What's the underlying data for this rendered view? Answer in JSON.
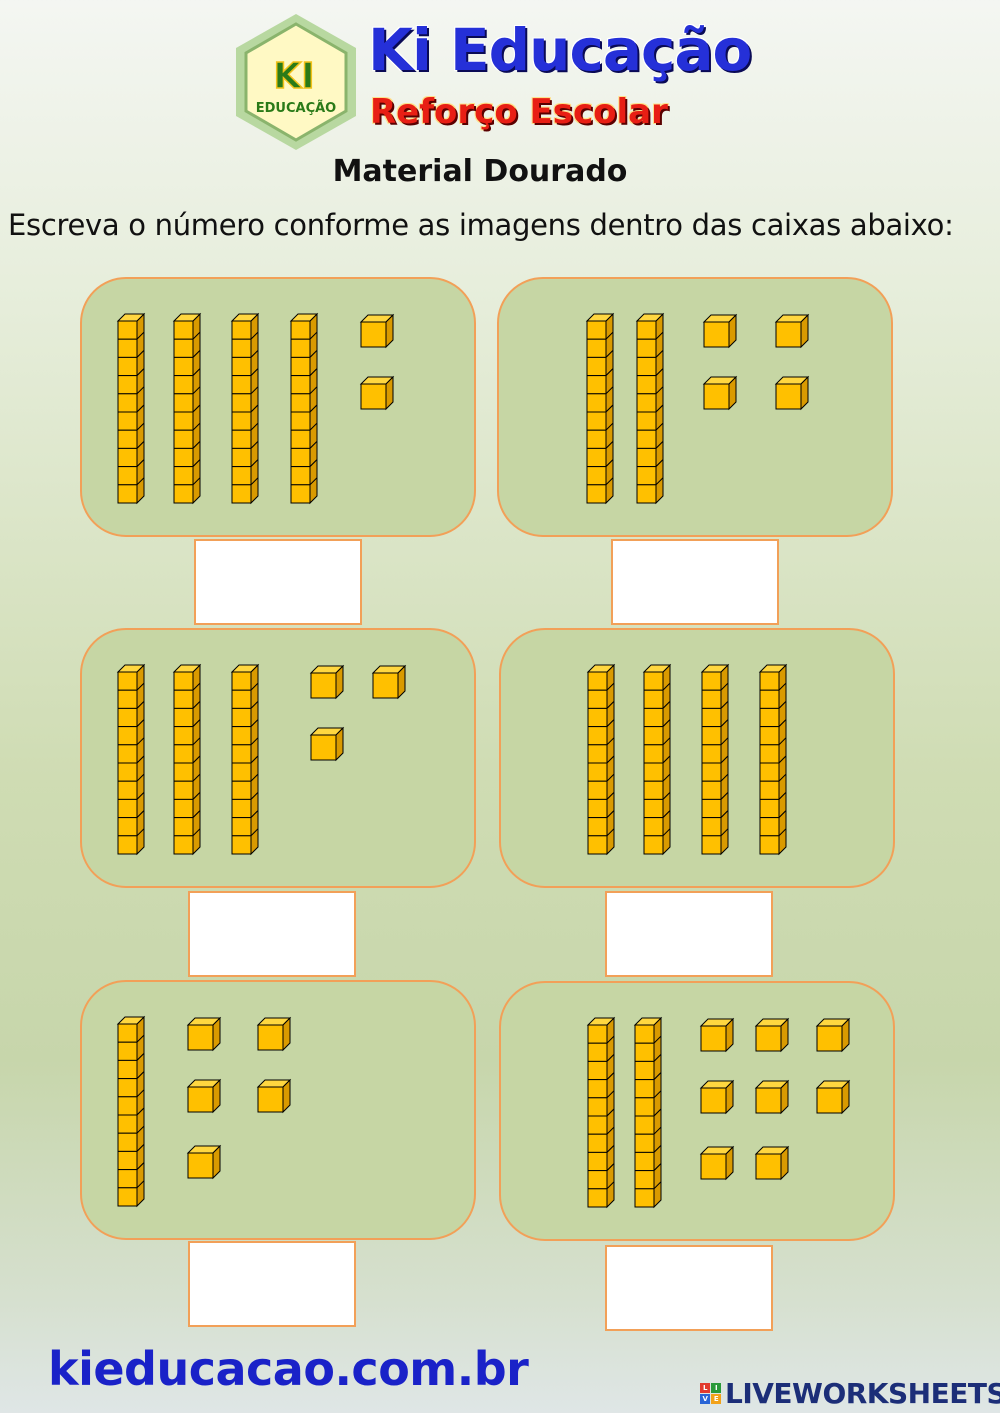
{
  "header": {
    "logo_mark": "KI",
    "logo_caption": "EDUCAÇÃO",
    "brand_title": "Ki Educação",
    "brand_subtitle": "Reforço Escolar"
  },
  "worksheet": {
    "title": "Material Dourado",
    "instruction": "Escreva o número conforme as imagens dentro das caixas abaixo:",
    "exercises": [
      {
        "rods": 4,
        "cubes": 2,
        "answer": ""
      },
      {
        "rods": 2,
        "cubes": 4,
        "answer": ""
      },
      {
        "rods": 3,
        "cubes": 3,
        "answer": ""
      },
      {
        "rods": 4,
        "cubes": 0,
        "answer": ""
      },
      {
        "rods": 1,
        "cubes": 5,
        "answer": ""
      },
      {
        "rods": 2,
        "cubes": 8,
        "answer": ""
      }
    ]
  },
  "footer": {
    "website": "kieducacao.com.br",
    "brand": "LIVEWORKSHEETS"
  },
  "colors": {
    "block_fill": "#ffc000",
    "block_side": "#d99a00",
    "block_top": "#ffd740",
    "panel_border": "#f2a058",
    "panel_fill": "#c6d6a4"
  }
}
